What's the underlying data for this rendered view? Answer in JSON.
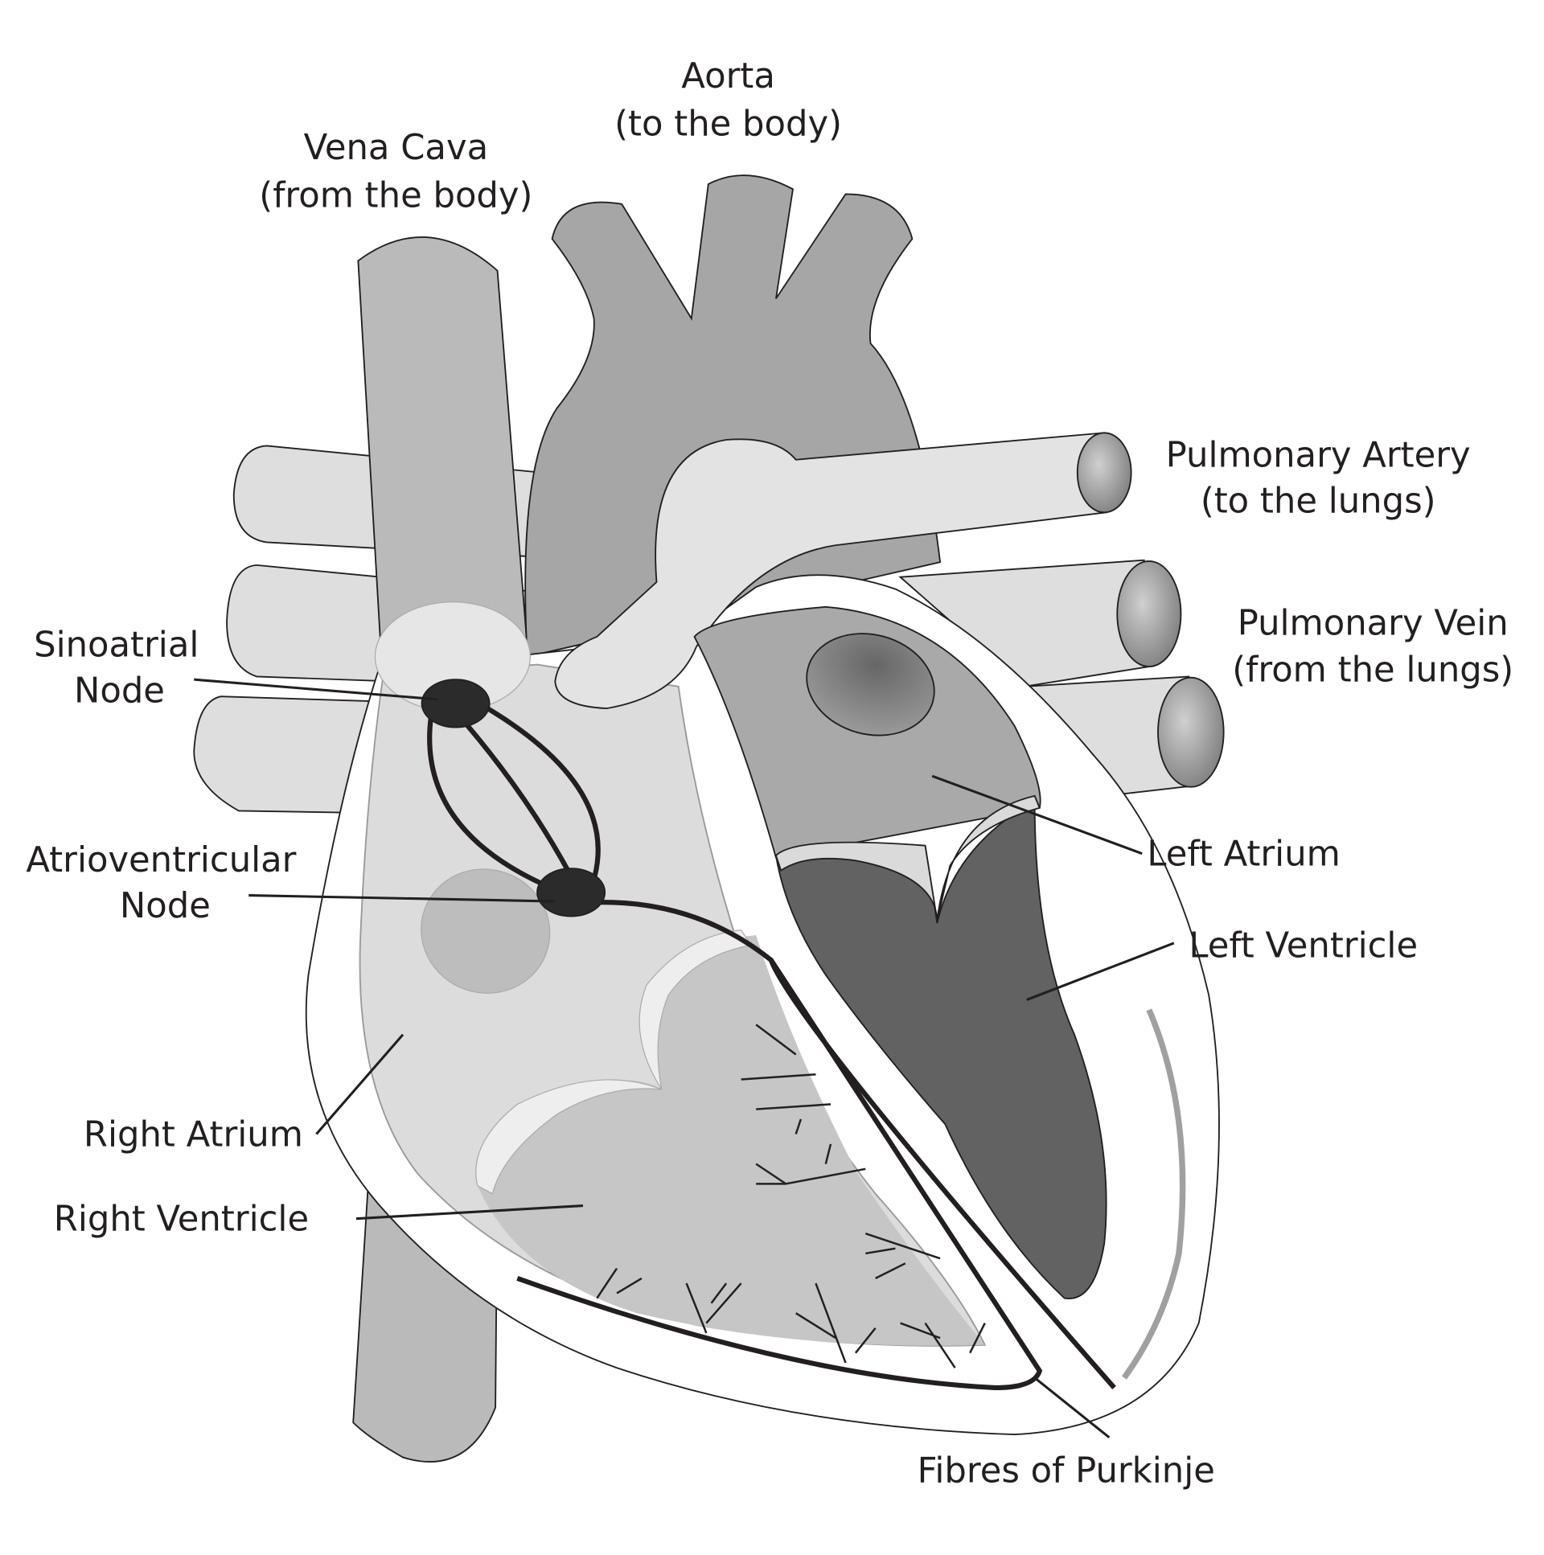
{
  "labels": {
    "aorta": [
      "Aorta",
      "(to the body)"
    ],
    "vena_cava": [
      "Vena Cava",
      "(from the body)"
    ],
    "pulmonary_artery": [
      "Pulmonary Artery",
      "(to the lungs)"
    ],
    "pulmonary_vein": [
      "Pulmonary Vein",
      "(from the lungs)"
    ],
    "sinoatrial_node": [
      "Sinoatrial",
      "Node"
    ],
    "atrioventricular_node": [
      "Atrioventricular",
      "Node"
    ],
    "left_atrium": "Left Atrium",
    "left_ventricle": "Left Ventricle",
    "right_atrium": "Right Atrium",
    "right_ventricle": "Right Ventricle",
    "purkinje": "Fibres of Purkinje"
  },
  "colors": {
    "vessel": "#bababa",
    "aorta": "#a6a6a6",
    "light_vessel": "#dedede",
    "left_atrium": "#a9a9a9",
    "left_ventricle": "#626262",
    "right_chambers": "#d9d9d9",
    "node": "#2b2b2b"
  }
}
